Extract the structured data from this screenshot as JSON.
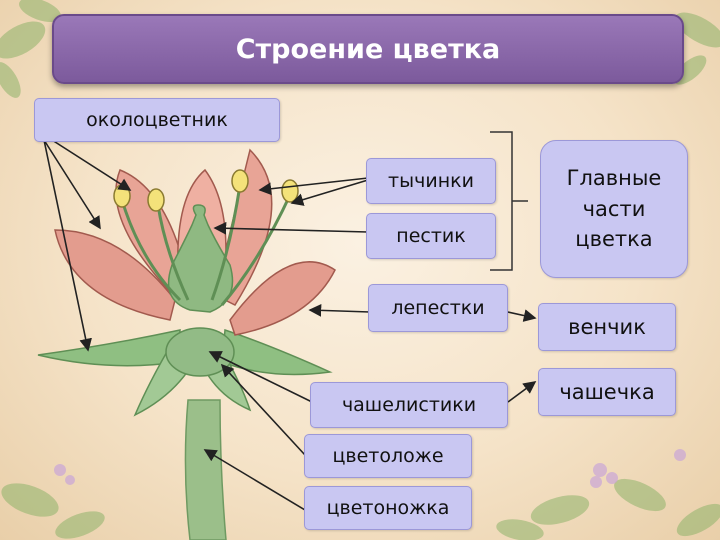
{
  "title": "Строение цветка",
  "labels": {
    "perianth": "околоцветник",
    "stamens": "тычинки",
    "pistil": "пестик",
    "petals": "лепестки",
    "sepals": "чашелистики",
    "receptacle": "цветоложе",
    "pedicel": "цветоножка"
  },
  "groups": {
    "main_parts": "Главные части цветка",
    "corolla": "венчик",
    "calyx": "чашечка"
  }
}
